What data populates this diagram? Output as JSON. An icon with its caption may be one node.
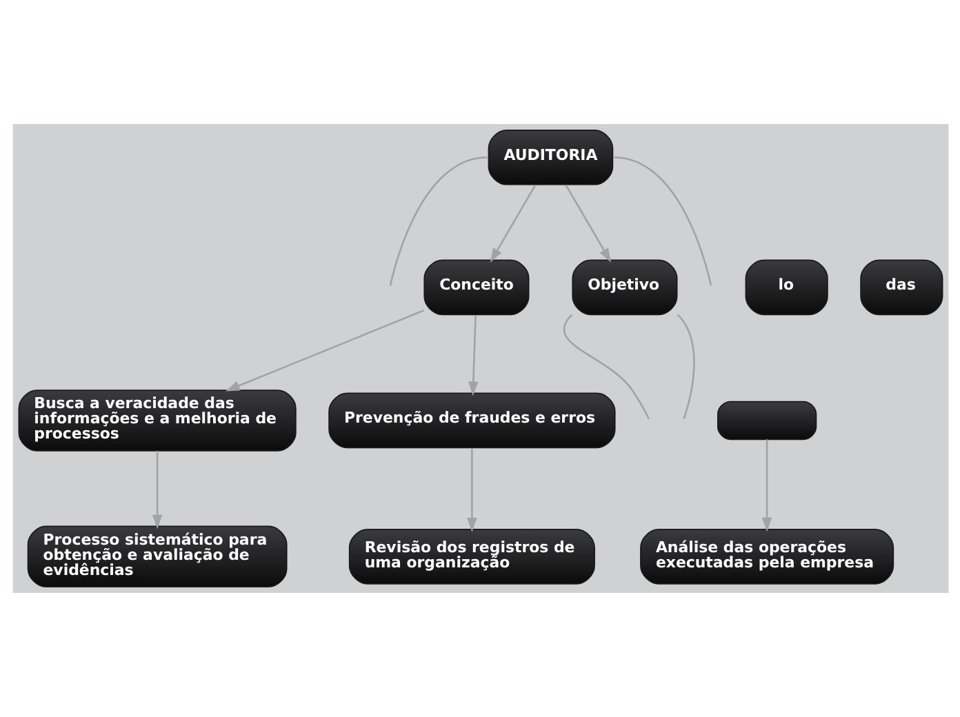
{
  "diagram": {
    "nodes": [
      {
        "text": [
          "Processo sistemático para obtenção e avaliação de evidências"
        ]
      },
      {
        "text": [
          "Revisão dos registros de uma organização"
        ]
      },
      {
        "text": [
          "Busca a veracidade das informações e a melhoria de processos"
        ]
      },
      {
        "text": [
          "Prevenção de fraudes e erros"
        ]
      },
      {
        "text": [
          "Conceito"
        ]
      },
      {
        "text": [
          "AUDITORIA"
        ]
      },
      {
        "text": [
          "Objetivo"
        ]
      },
      {
        "text": [
          "lo"
        ]
      },
      {
        "text": [
          "Análise das operações executadas pela empresa"
        ]
      },
      {
        "text": [
          "das"
        ]
      },
      {
        "text": [],
        "shape": "box"
      }
    ],
    "edges": [
      {
        "from": 5,
        "to": 4,
        "arrow": "to"
      },
      {
        "from": 5,
        "to": 6,
        "arrow": "to"
      },
      {
        "from": 5,
        "to": null,
        "arrow": "none"
      },
      {
        "from": 5,
        "to": null,
        "arrow": "none"
      },
      {
        "from": 4,
        "to": 2,
        "arrow": "to"
      },
      {
        "from": 4,
        "to": 3,
        "arrow": "to"
      },
      {
        "from": 2,
        "to": 0,
        "arrow": "to"
      },
      {
        "from": 3,
        "to": 1,
        "arrow": "to"
      },
      {
        "from": 6,
        "to": null,
        "arrow": "none"
      },
      {
        "from": 6,
        "to": null,
        "arrow": "none"
      },
      {
        "from": 10,
        "to": 8,
        "arrow": "to"
      }
    ]
  }
}
